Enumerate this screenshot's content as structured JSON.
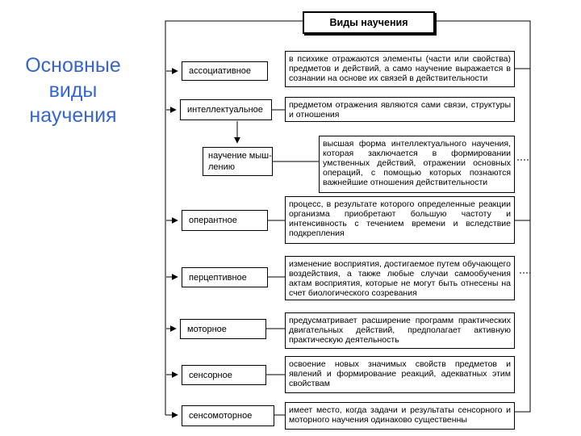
{
  "heading": {
    "text": "Основные виды научения",
    "lines": [
      "Основные",
      "виды",
      "научения"
    ],
    "color": "#3766CC"
  },
  "root": {
    "label": "Виды научения"
  },
  "types": [
    {
      "label": "ассоциативное",
      "description": "в психике отражаются элементы (части или свойства) предметов и действий, а само научение выражается в сознании на основе их связей в действительности"
    },
    {
      "label": "интеллектуальное",
      "description": "предметом отражения являются сами связи, структуры и отношения"
    },
    {
      "label": "научение мышлению",
      "label_lines": [
        "научение мыш-",
        "лению"
      ],
      "description": "высшая форма интеллектуального научения, которая заключается в формировании умственных действий, отражении основных операций, с помощью которых познаются важнейшие отношения действительности"
    },
    {
      "label": "оперантное",
      "description": "процесс, в результате которого определенные реакции организма приобретают большую частоту и интенсивность с течением времени и вследствие подкрепления"
    },
    {
      "label": "перцептивное",
      "description": "изменение восприятия, достигаемое путем обучающего воздействия, а также любые случаи самообучения актам восприятия, которые не могут быть отнесены на счет биологического созревания"
    },
    {
      "label": "моторное",
      "description": "предусматривает расширение программ практических двигательных действий, предполагает активную практическую деятельность"
    },
    {
      "label": "сенсорное",
      "description": "освоение новых значимых свойств предметов и явлений и формирование реакций, адекватных этим свойствам"
    },
    {
      "label": "сенсомоторное",
      "description": "имеет место, когда задачи и результаты сенсорного и моторного научения одинаково существенны"
    }
  ],
  "colors": {
    "accent": "#3766CC",
    "line": "#000000",
    "background": "#FFFFFF"
  }
}
